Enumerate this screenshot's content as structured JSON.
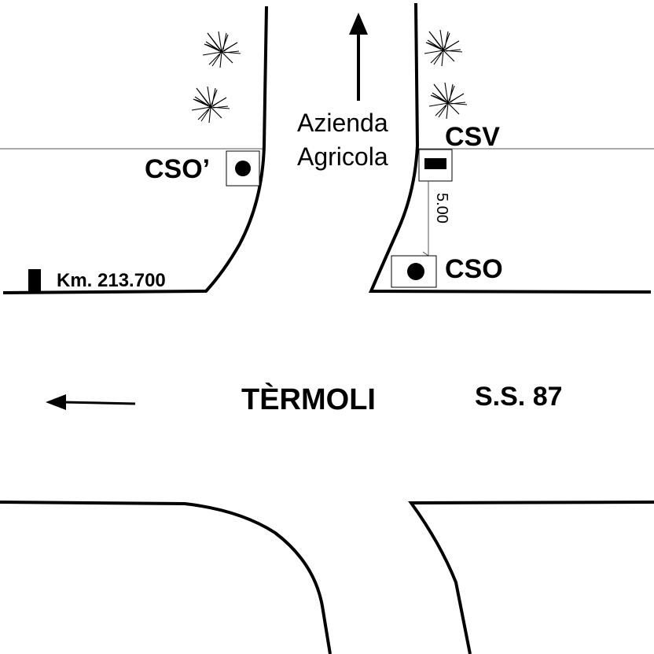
{
  "labels": {
    "cso_prime": "CSO’",
    "cso": "CSO",
    "csv": "CSV",
    "km": "Km. 213.700",
    "azienda_line1": "Azienda",
    "azienda_line2": "Agricola",
    "distance": "5.00",
    "termoli": "TÈRMOLI",
    "ss87": "S.S. 87"
  },
  "icons": {
    "arrow_north": "arrow-up-icon",
    "arrow_west": "arrow-left-icon",
    "plants": "plant-icon",
    "km_marker": "kilometer-stone-icon",
    "sensor_dot": "filled-circle-icon",
    "sensor_rect": "filled-rectangle-icon"
  },
  "colors": {
    "line": "#000000",
    "thin_line": "#555555",
    "background": "#ffffff"
  }
}
